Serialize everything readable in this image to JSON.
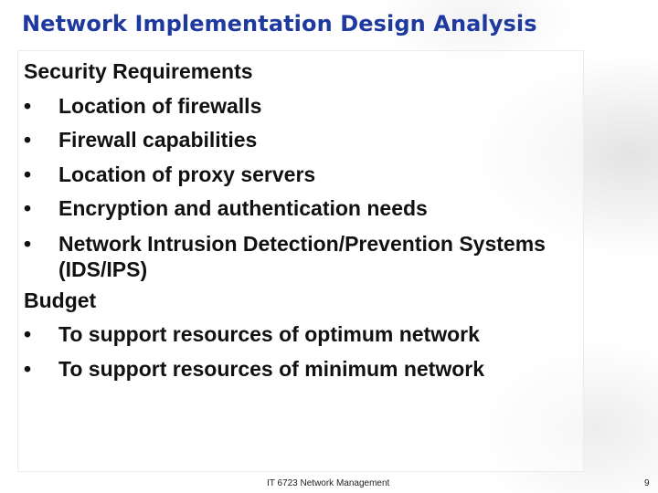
{
  "slide": {
    "title": "Network Implementation Design Analysis",
    "sections": [
      {
        "heading": "Security Requirements",
        "bullets": [
          "Location of firewalls",
          "Firewall capabilities",
          "Location of proxy servers",
          "Encryption and authentication needs",
          "Network Intrusion Detection/Prevention Systems (IDS/IPS)"
        ]
      },
      {
        "heading": "Budget",
        "bullets": [
          "To support resources of optimum network",
          "To support resources of minimum network"
        ]
      }
    ],
    "bullet_glyph": "•",
    "footer": "IT 6723 Network Management",
    "page_number": "9",
    "colors": {
      "title": "#1f3a9e",
      "body_text": "#111111",
      "background": "#ffffff"
    }
  }
}
